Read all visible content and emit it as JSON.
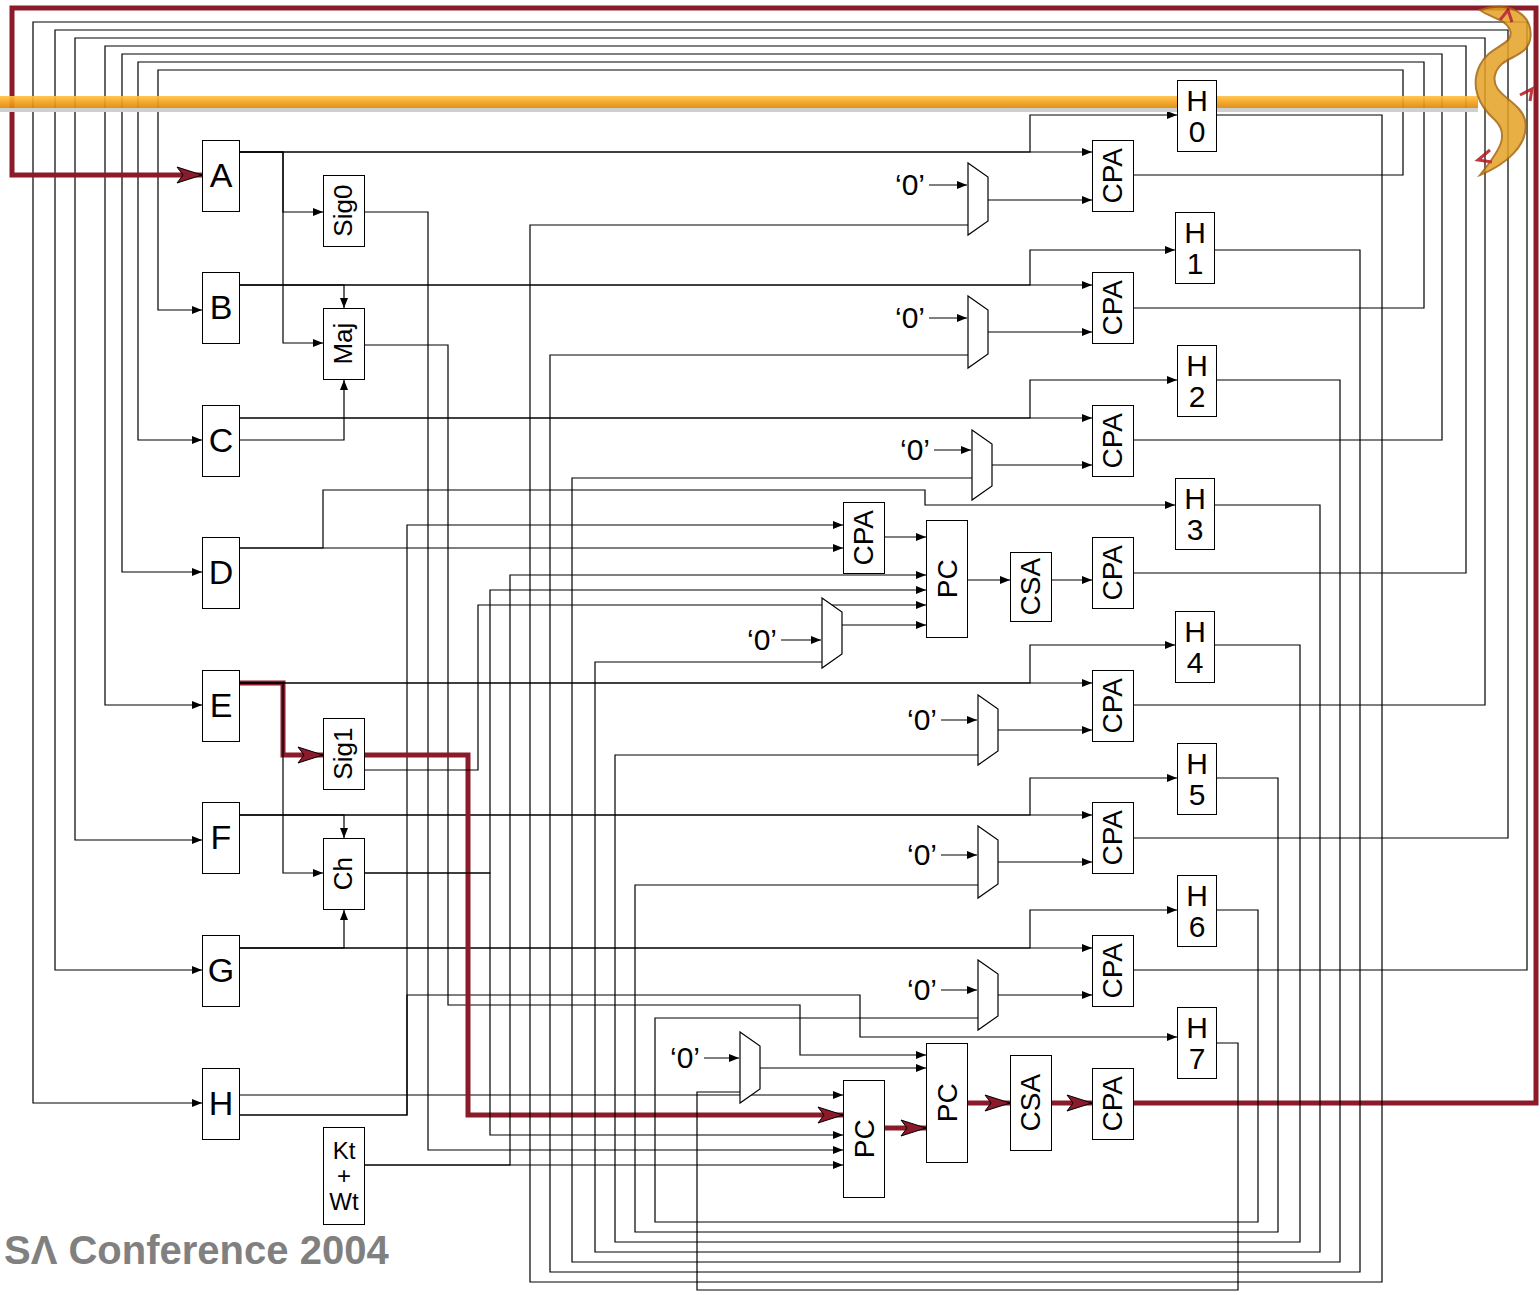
{
  "diagram": {
    "nodes": [
      {
        "text": [
          "A"
        ]
      },
      {
        "text": [
          "B"
        ]
      },
      {
        "text": [
          "C"
        ]
      },
      {
        "text": [
          "D"
        ]
      },
      {
        "text": [
          "E"
        ]
      },
      {
        "text": [
          "F"
        ]
      },
      {
        "text": [
          "G"
        ]
      },
      {
        "text": [
          "H"
        ]
      },
      {
        "text": [
          "Sig0"
        ]
      },
      {
        "text": [
          "Maj"
        ]
      },
      {
        "text": [
          "Sig1"
        ]
      },
      {
        "text": [
          "Ch"
        ]
      },
      {
        "text": [
          "Kt + Wt"
        ]
      },
      {
        "text": [
          "H 0"
        ]
      },
      {
        "text": [
          "CPA"
        ]
      },
      {
        "text": [
          "H 1"
        ]
      },
      {
        "text": [
          "CPA"
        ]
      },
      {
        "text": [
          "H 2"
        ]
      },
      {
        "text": [
          "CPA"
        ]
      },
      {
        "text": [
          "H 3"
        ]
      },
      {
        "text": [
          "CPA"
        ]
      },
      {
        "text": [
          "PC"
        ]
      },
      {
        "text": [
          "CSA"
        ]
      },
      {
        "text": [
          "CPA"
        ]
      },
      {
        "text": [
          "H 4"
        ]
      },
      {
        "text": [
          "CPA"
        ]
      },
      {
        "text": [
          "H 5"
        ]
      },
      {
        "text": [
          "CPA"
        ]
      },
      {
        "text": [
          "H 6"
        ]
      },
      {
        "text": [
          "CPA"
        ]
      },
      {
        "text": [
          "H 7"
        ]
      },
      {
        "text": [
          "PC"
        ]
      },
      {
        "text": [
          "PC"
        ]
      },
      {
        "text": [
          "CSA"
        ]
      },
      {
        "text": [
          "CPA"
        ]
      }
    ],
    "edges": [
      {
        "from": 0,
        "to": 8,
        "arrow": "to"
      },
      {
        "from": 0,
        "to": 9,
        "arrow": "to"
      },
      {
        "from": 0,
        "to": 14,
        "arrow": "to"
      },
      {
        "from": 0,
        "to": 13,
        "arrow": "to"
      },
      {
        "from": 1,
        "to": 9,
        "arrow": "to"
      },
      {
        "from": 1,
        "to": 16,
        "arrow": "to"
      },
      {
        "from": 1,
        "to": 15,
        "arrow": "to"
      },
      {
        "from": 2,
        "to": 9,
        "arrow": "to"
      },
      {
        "from": 2,
        "to": 18,
        "arrow": "to"
      },
      {
        "from": 2,
        "to": 17,
        "arrow": "to"
      },
      {
        "from": 3,
        "to": 20,
        "arrow": "to"
      },
      {
        "from": 3,
        "to": 19,
        "arrow": "to"
      },
      {
        "from": 4,
        "to": 10,
        "arrow": "to"
      },
      {
        "from": 4,
        "to": 11,
        "arrow": "to"
      },
      {
        "from": 4,
        "to": 25,
        "arrow": "to"
      },
      {
        "from": 4,
        "to": 24,
        "arrow": "to"
      },
      {
        "from": 5,
        "to": 11,
        "arrow": "to"
      },
      {
        "from": 5,
        "to": 27,
        "arrow": "to"
      },
      {
        "from": 5,
        "to": 26,
        "arrow": "to"
      },
      {
        "from": 6,
        "to": 11,
        "arrow": "to"
      },
      {
        "from": 6,
        "to": 29,
        "arrow": "to"
      },
      {
        "from": 6,
        "to": 28,
        "arrow": "to"
      },
      {
        "from": 7,
        "to": 31,
        "arrow": "to"
      },
      {
        "from": 7,
        "to": 20,
        "arrow": "to"
      },
      {
        "from": 7,
        "to": 30,
        "arrow": "to"
      },
      {
        "from": 8,
        "to": 31,
        "arrow": "to"
      },
      {
        "from": 9,
        "to": 32,
        "arrow": "to"
      },
      {
        "from": 10,
        "to": 31,
        "arrow": "to"
      },
      {
        "from": 10,
        "to": 21,
        "arrow": "to"
      },
      {
        "from": 11,
        "to": 21,
        "arrow": "to"
      },
      {
        "from": 11,
        "to": 31,
        "arrow": "to"
      },
      {
        "from": 12,
        "to": 31,
        "arrow": "to"
      },
      {
        "from": 12,
        "to": 21,
        "arrow": "to"
      },
      {
        "from": 20,
        "to": 21,
        "arrow": "to"
      },
      {
        "from": 21,
        "to": 22,
        "arrow": "to"
      },
      {
        "from": 22,
        "to": 23,
        "arrow": "to"
      },
      {
        "from": 31,
        "to": 32,
        "arrow": "to"
      },
      {
        "from": 32,
        "to": 33,
        "arrow": "to"
      },
      {
        "from": 33,
        "to": 34,
        "arrow": "to"
      },
      {
        "from": 14,
        "to": 1,
        "arrow": "to"
      },
      {
        "from": 16,
        "to": 2,
        "arrow": "to"
      },
      {
        "from": 18,
        "to": 3,
        "arrow": "to"
      },
      {
        "from": 23,
        "to": 4,
        "arrow": "to"
      },
      {
        "from": 25,
        "to": 5,
        "arrow": "to"
      },
      {
        "from": 27,
        "to": 6,
        "arrow": "to"
      },
      {
        "from": 29,
        "to": 7,
        "arrow": "to"
      },
      {
        "from": 34,
        "to": 0,
        "arrow": "to"
      },
      {
        "from": 13,
        "to": 14,
        "arrow": "to"
      },
      {
        "from": 15,
        "to": 16,
        "arrow": "to"
      },
      {
        "from": 17,
        "to": 18,
        "arrow": "to"
      },
      {
        "from": 19,
        "to": 21,
        "arrow": "to"
      },
      {
        "from": 24,
        "to": 25,
        "arrow": "to"
      },
      {
        "from": 26,
        "to": 27,
        "arrow": "to"
      },
      {
        "from": 28,
        "to": 29,
        "arrow": "to"
      },
      {
        "from": 30,
        "to": 32,
        "arrow": "to"
      }
    ],
    "labels": [
      "‘0’",
      "‘0’",
      "‘0’",
      "‘0’",
      "‘0’",
      "‘0’",
      "‘0’",
      "‘0’",
      "SΛ Conference 2004"
    ]
  }
}
